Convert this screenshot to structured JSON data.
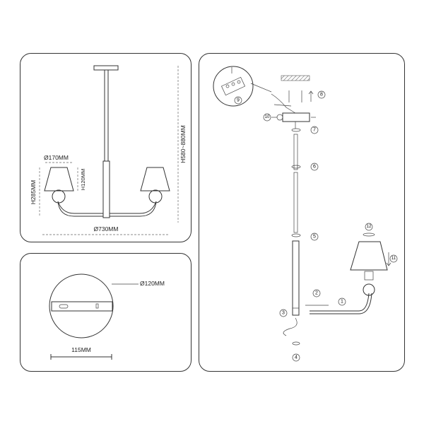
{
  "dimensions": {
    "height_range": "H580~880MM",
    "shade_diameter": "Ø170MM",
    "shade_height": "H120MM",
    "arm_height": "H285MM",
    "span_diameter": "Ø730MM",
    "canopy_diameter": "Ø120MM",
    "bracket_length": "115MM"
  },
  "steps": [
    "1",
    "2",
    "3",
    "4",
    "5",
    "6",
    "7",
    "8",
    "9",
    "10",
    "11",
    "12"
  ],
  "colors": {
    "line": "#333333",
    "background": "#ffffff"
  }
}
